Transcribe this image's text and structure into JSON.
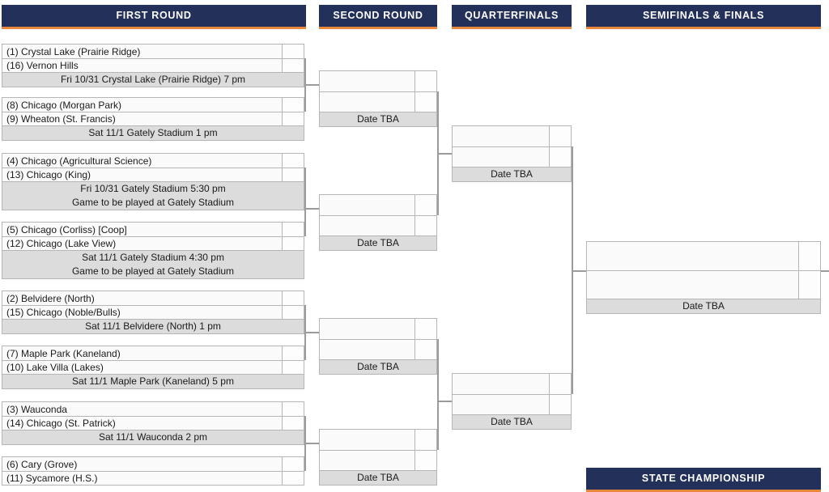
{
  "colors": {
    "banner_bg": "#22305a",
    "banner_accent": "#e8873c",
    "banner_text": "#ffffff",
    "date_row_bg": "#dcdcdc",
    "box_border": "#b6b6b6",
    "connector": "#9b9b9b"
  },
  "headers": {
    "first_round": "FIRST ROUND",
    "second_round": "SECOND ROUND",
    "quarterfinals": "QUARTERFINALS",
    "semifinals_finals": "SEMIFINALS & FINALS",
    "state_championship": "STATE CHAMPIONSHIP"
  },
  "first_round": [
    {
      "top": "(1) Crystal Lake (Prairie Ridge)",
      "bottom": "(16) Vernon Hills",
      "date1": "Fri 10/31 Crystal Lake (Prairie Ridge) 7 pm",
      "date2": ""
    },
    {
      "top": "(8) Chicago (Morgan Park)",
      "bottom": "(9) Wheaton (St. Francis)",
      "date1": "Sat 11/1 Gately Stadium 1 pm",
      "date2": ""
    },
    {
      "top": "(4) Chicago (Agricultural Science)",
      "bottom": "(13) Chicago (King)",
      "date1": "Fri 10/31 Gately Stadium 5:30 pm",
      "date2": "Game to be played at Gately Stadium"
    },
    {
      "top": "(5) Chicago (Corliss) [Coop]",
      "bottom": "(12) Chicago (Lake View)",
      "date1": "Sat 11/1 Gately Stadium 4:30 pm",
      "date2": "Game to be played at Gately Stadium"
    },
    {
      "top": "(2) Belvidere (North)",
      "bottom": "(15) Chicago (Noble/Bulls)",
      "date1": "Sat 11/1 Belvidere (North) 1 pm",
      "date2": ""
    },
    {
      "top": "(7) Maple Park (Kaneland)",
      "bottom": "(10) Lake Villa (Lakes)",
      "date1": "Sat 11/1 Maple Park (Kaneland) 5 pm",
      "date2": ""
    },
    {
      "top": "(3) Wauconda",
      "bottom": "(14) Chicago (St. Patrick)",
      "date1": "Sat 11/1 Wauconda 2 pm",
      "date2": ""
    },
    {
      "top": "(6) Cary (Grove)",
      "bottom": "(11) Sycamore (H.S.)",
      "date1": "",
      "date2": ""
    }
  ],
  "second_round": [
    {
      "top": "",
      "bottom": "",
      "date1": "Date TBA"
    },
    {
      "top": "",
      "bottom": "",
      "date1": "Date TBA"
    },
    {
      "top": "",
      "bottom": "",
      "date1": "Date TBA"
    },
    {
      "top": "",
      "bottom": "",
      "date1": "Date TBA"
    }
  ],
  "quarterfinals": [
    {
      "top": "",
      "bottom": "",
      "date1": "Date TBA"
    },
    {
      "top": "",
      "bottom": "",
      "date1": "Date TBA"
    }
  ],
  "semifinals": [
    {
      "top": "",
      "bottom": "",
      "date1": "Date TBA"
    }
  ]
}
